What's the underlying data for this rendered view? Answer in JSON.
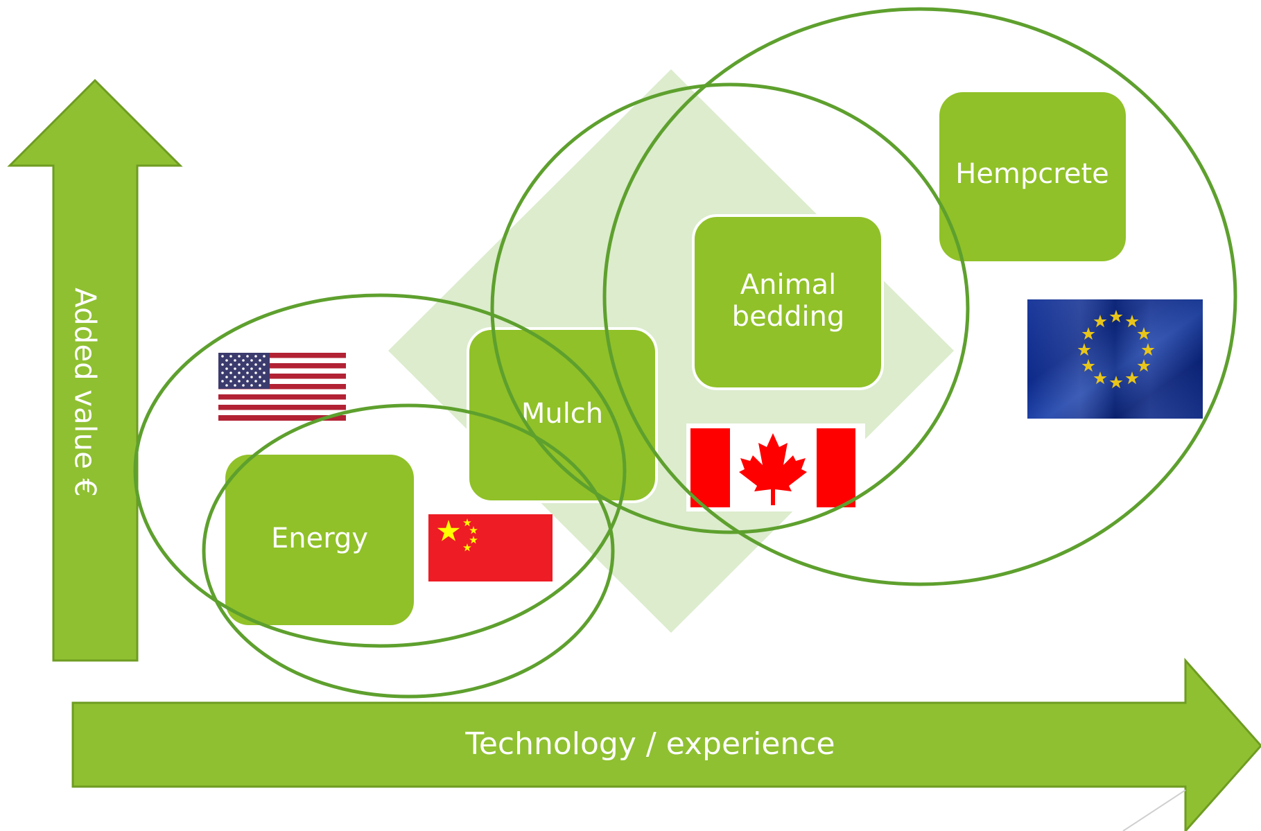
{
  "axes": {
    "y_label": "Added value €",
    "x_label": "Technology / experience"
  },
  "boxes": {
    "energy": "Energy",
    "mulch": "Mulch",
    "animal_bedding": [
      "Animal",
      "bedding"
    ],
    "hempcrete": "Hempcrete"
  },
  "colors": {
    "box_fill": "#90c128",
    "arrow_fill": "#8fc031",
    "arrow_stroke": "#6e9c22",
    "diamond_fill": "#dceccd",
    "ellipse_stroke": "#5ea02e",
    "box_text": "#ffffff"
  },
  "flags": {
    "usa": "usa-flag-icon",
    "china": "china-flag-icon",
    "canada": "canada-flag-icon",
    "eu": "eu-flag-icon"
  }
}
